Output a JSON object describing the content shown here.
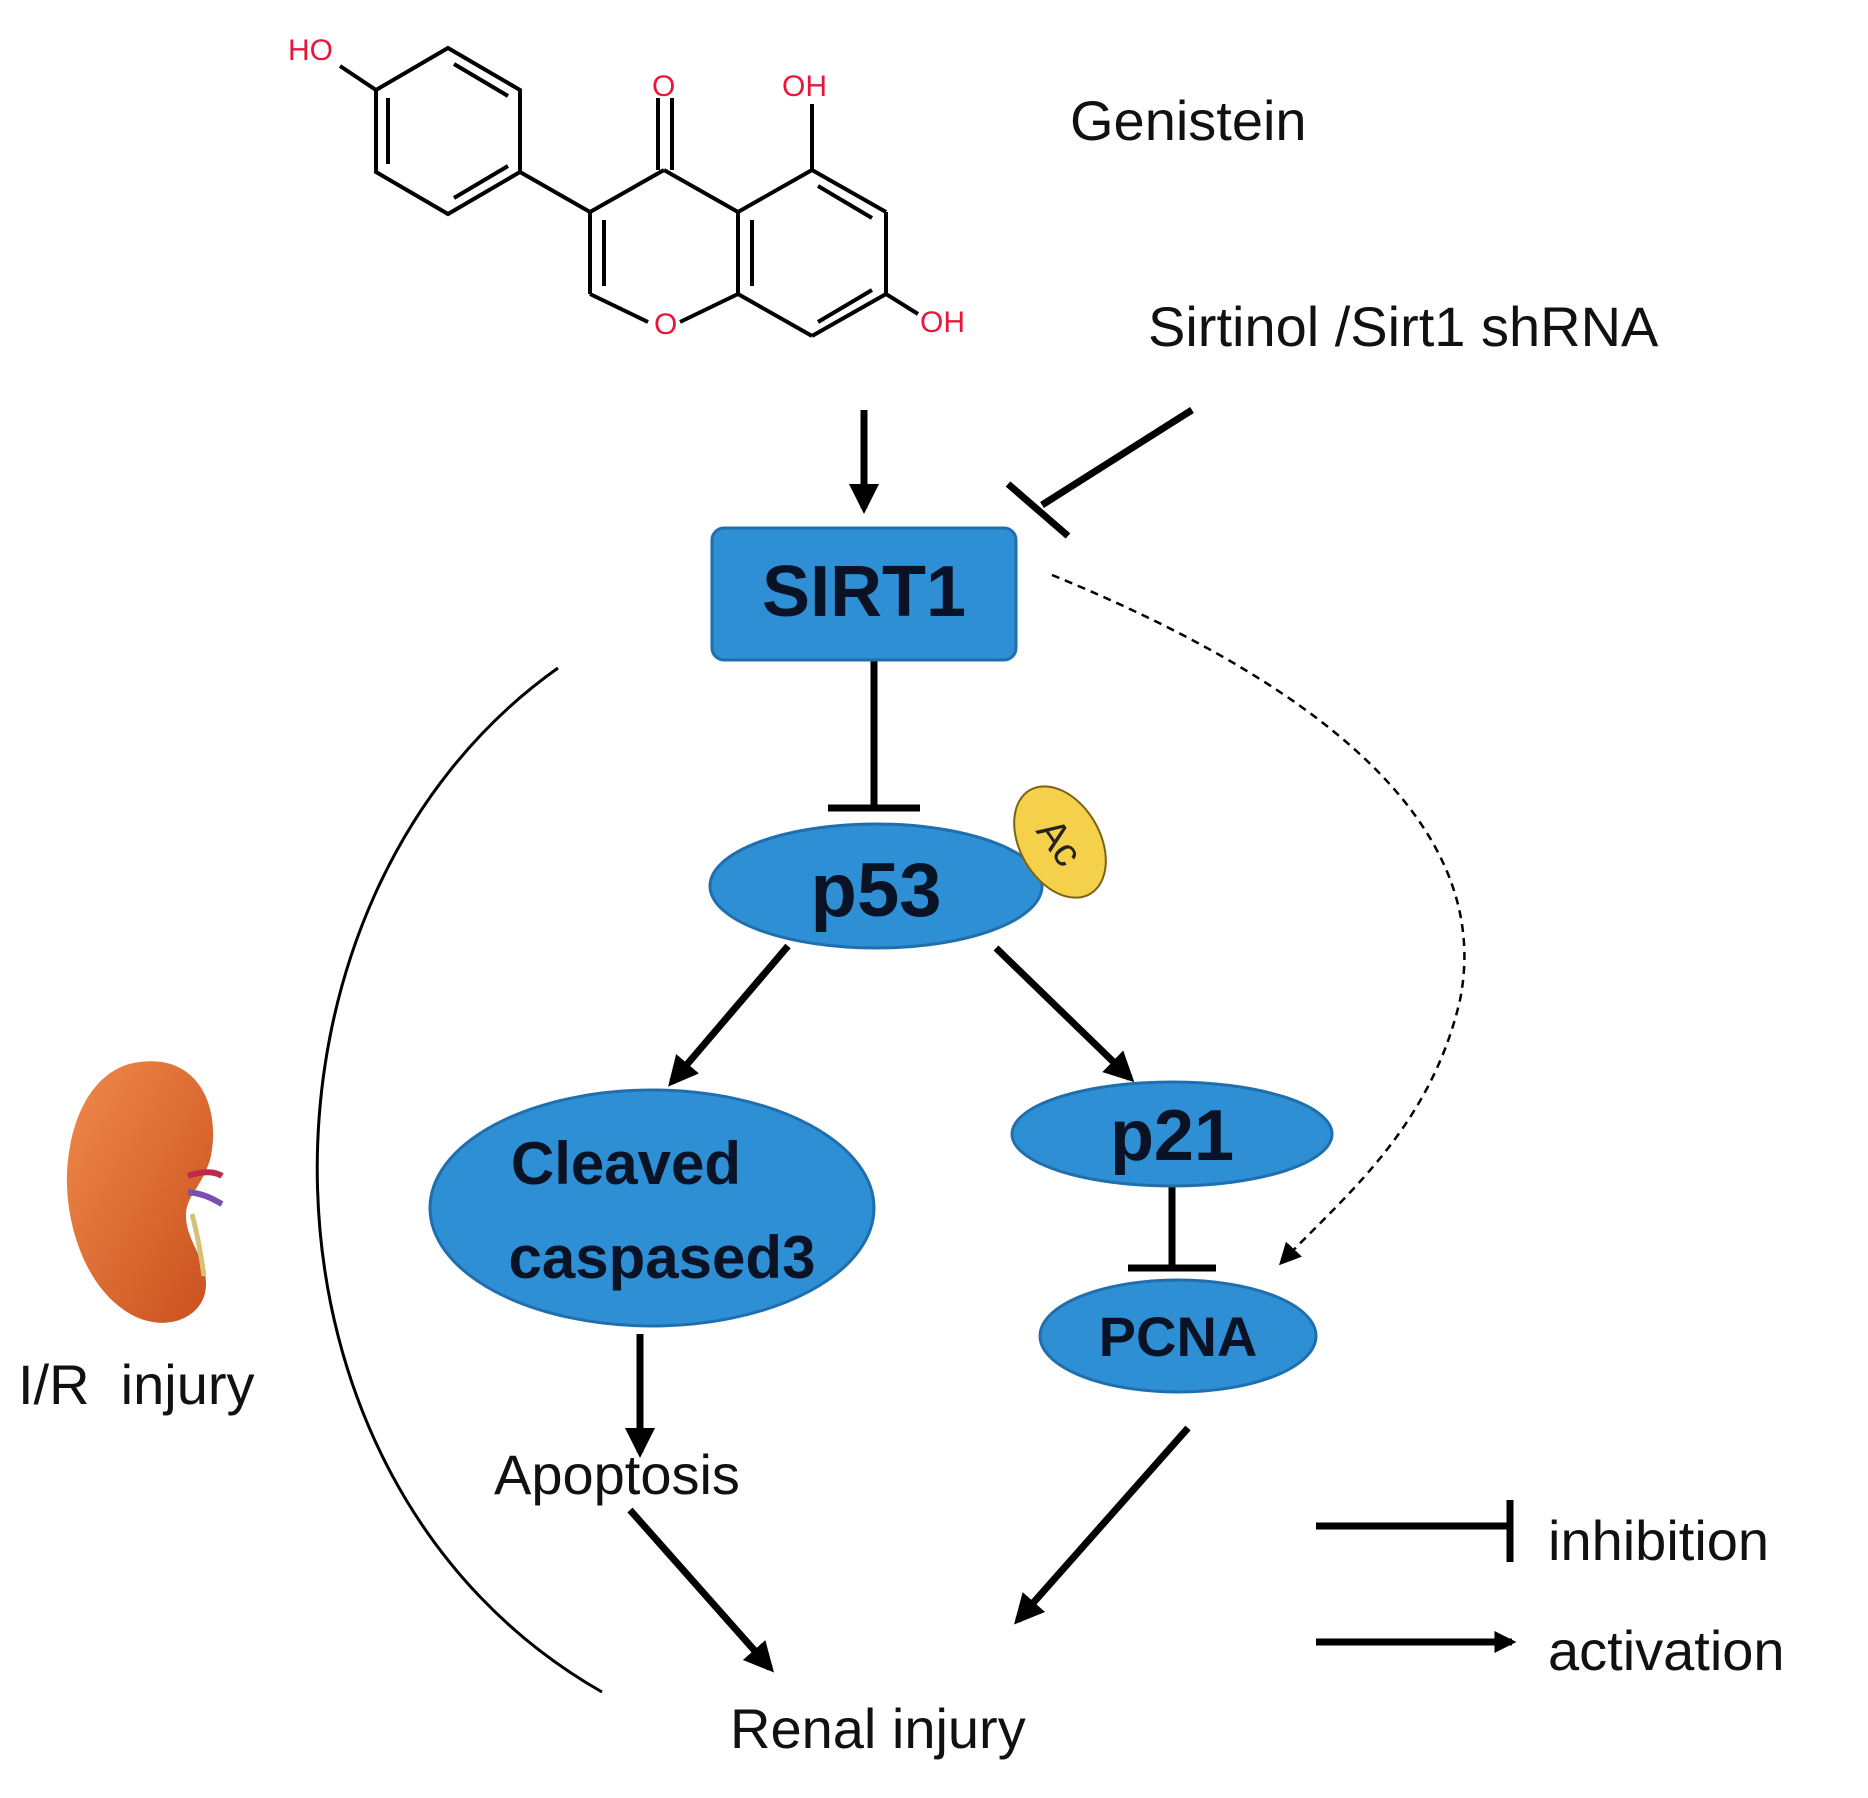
{
  "compound": {
    "name": "Genistein",
    "atoms": {
      "ho": "HO",
      "o_carbonyl": "O",
      "oh_top": "OH",
      "o_ring": "O",
      "oh_bottom": "OH"
    }
  },
  "inhibitor": "Sirtinol /Sirt1 shRNA",
  "nodes": {
    "sirt1": "SIRT1",
    "p53": "p53",
    "ac": "Ac",
    "caspase_line1": "Cleaved",
    "caspase_line2": "caspased3",
    "p21": "p21",
    "pcna": "PCNA"
  },
  "outcomes": {
    "apoptosis": "Apoptosis",
    "renal_injury": "Renal injury",
    "ir_injury": "I/R  injury"
  },
  "legend": {
    "inhibition": "inhibition",
    "activation": "activation"
  },
  "colors": {
    "node_fill": "#2f8fd4",
    "node_stroke": "#1f6fae",
    "ac_fill": "#f5d04a",
    "heteroatom": "#e8163c",
    "kidney": "#e0662a"
  }
}
